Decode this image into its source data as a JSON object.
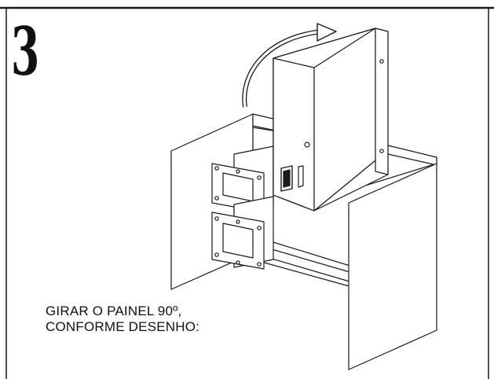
{
  "step": {
    "number": "3"
  },
  "caption": {
    "line1": "GIRAR O PAINEL 90º,",
    "line2": "CONFORME DESENHO:"
  },
  "icons": {
    "rotation_arrow": "curved-arrow-icon",
    "switch": "rocker-switch-icon"
  },
  "colors": {
    "line": "#1a1a1a",
    "background": "#ffffff"
  }
}
